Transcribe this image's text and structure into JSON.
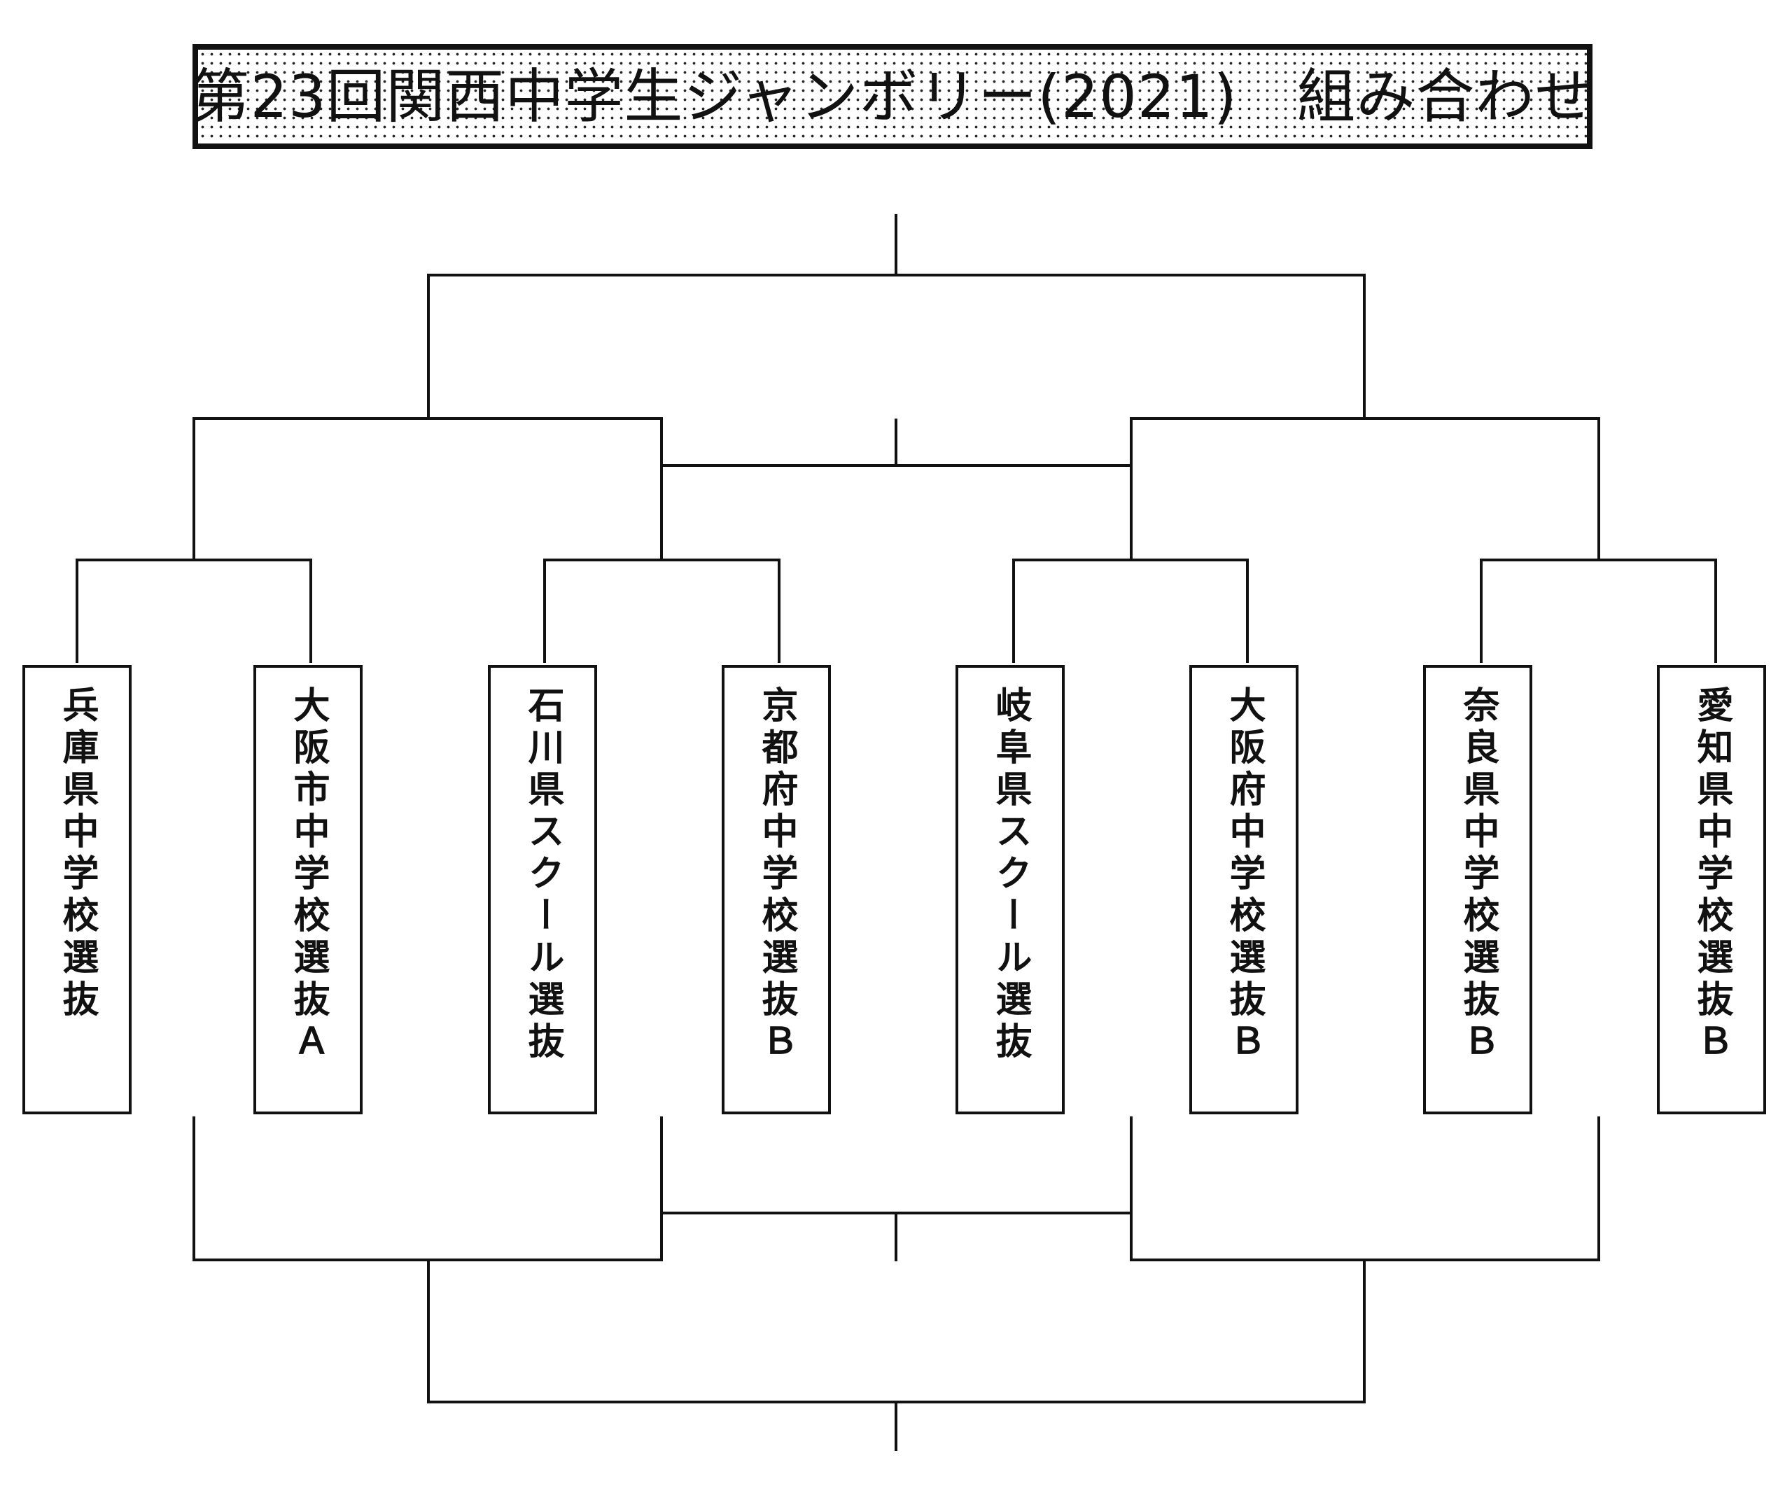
{
  "title": "第23回関西中学生ジャンボリー(2021)　組み合わせ",
  "teams": [
    "兵庫県中学校選抜",
    "大阪市中学校選抜Ａ",
    "石川県スクール選抜",
    "京都府中学校選抜Ｂ",
    "岐阜県スクール選抜",
    "大阪府中学校選抜Ｂ",
    "奈良県中学校選抜Ｂ",
    "愛知県中学校選抜Ｂ"
  ]
}
